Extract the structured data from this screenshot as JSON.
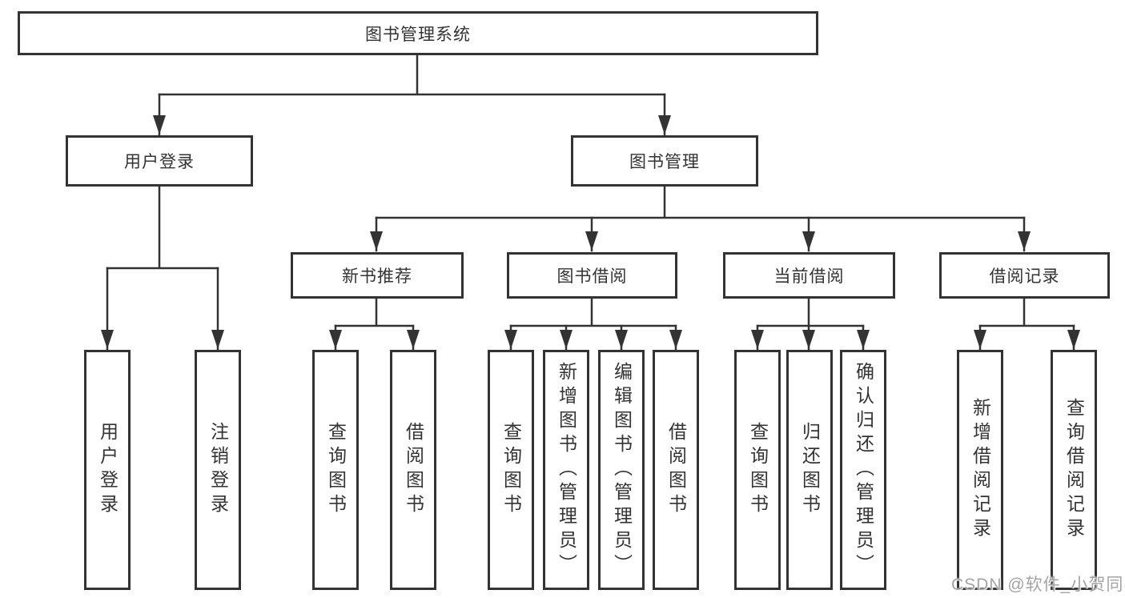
{
  "tree": {
    "root": {
      "label": "图书管理系统"
    },
    "children": [
      {
        "label": "用户登录",
        "children": [
          {
            "label": "用户登录"
          },
          {
            "label": "注销登录"
          }
        ]
      },
      {
        "label": "图书管理",
        "children": [
          {
            "label": "新书推荐",
            "children": [
              {
                "label": "查询图书"
              },
              {
                "label": "借阅图书"
              }
            ]
          },
          {
            "label": "图书借阅",
            "children": [
              {
                "label": "查询图书"
              },
              {
                "label": "新增图书（管理员）"
              },
              {
                "label": "编辑图书（管理员）"
              },
              {
                "label": "借阅图书"
              }
            ]
          },
          {
            "label": "当前借阅",
            "children": [
              {
                "label": "查询图书"
              },
              {
                "label": "归还图书"
              },
              {
                "label": "确认归还（管理员）"
              }
            ]
          },
          {
            "label": "借阅记录",
            "children": [
              {
                "label": "新增借阅记录"
              },
              {
                "label": "查询借阅记录"
              }
            ]
          }
        ]
      }
    ]
  },
  "watermark": {
    "text": "CSDN @软件_小贺同学"
  },
  "colors": {
    "line": "#333333",
    "box_border": "#333333",
    "box_fill": "#ffffff",
    "text": "#333333",
    "watermark": "#a3a3a3",
    "background": "#ffffff"
  }
}
